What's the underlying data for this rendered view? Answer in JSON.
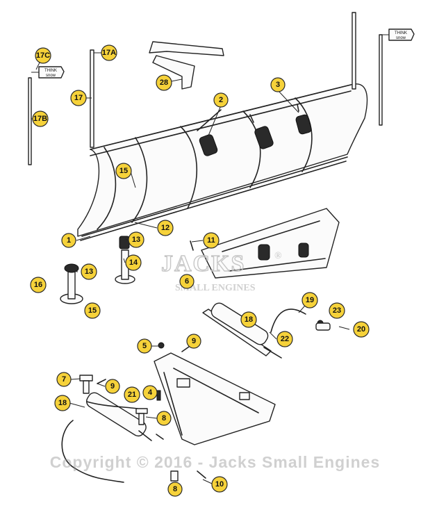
{
  "diagram": {
    "callouts": [
      "17C",
      "17A",
      "28",
      "17",
      "17B",
      "2",
      "3",
      "15",
      "1",
      "12",
      "13",
      "11",
      "14",
      "16",
      "13",
      "15",
      "6",
      "18",
      "19",
      "23",
      "20",
      "22",
      "5",
      "9",
      "7",
      "9",
      "4",
      "21",
      "18",
      "8",
      "8",
      "10"
    ],
    "tags": {
      "left": [
        "THINK",
        "snow"
      ],
      "right": [
        "THINK",
        "snow"
      ]
    },
    "watermark": {
      "logo": "JACKS",
      "reg": "®",
      "sub": "SMALL ENGINES"
    },
    "copyright": "Copyright © 2016 - Jacks Small Engines"
  }
}
